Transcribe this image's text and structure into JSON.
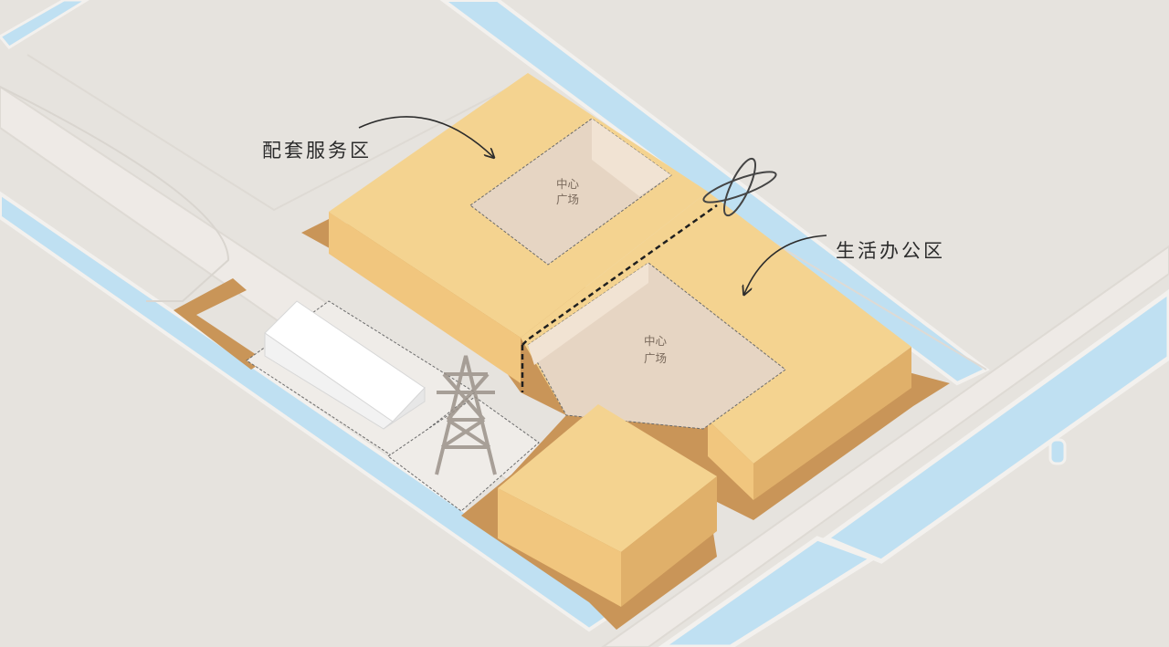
{
  "labels": {
    "service_zone": "配套服务区",
    "office_zone": "生活办公区",
    "plaza_top_line1": "中心",
    "plaza_top_line2": "广场",
    "plaza_center_line1": "中心",
    "plaza_center_line2": "广场"
  },
  "colors": {
    "background": "#ebe8e3",
    "ground": "#e6e3de",
    "river": "#bfe0f2",
    "river_bank": "#f3f1ee",
    "block_top": "#f4d390",
    "block_side_light": "#f1c67e",
    "block_side_dark": "#e0b06a",
    "courtyard_floor": "#e6d5c3",
    "courtyard_wall": "#f1e3d3",
    "podium": "#c99558",
    "white_building": "#ffffff",
    "tower_icon": "#9b928a",
    "wind_icon": "#444444"
  },
  "icons": [
    "transmission-tower-icon",
    "wind-turbine-icon"
  ]
}
